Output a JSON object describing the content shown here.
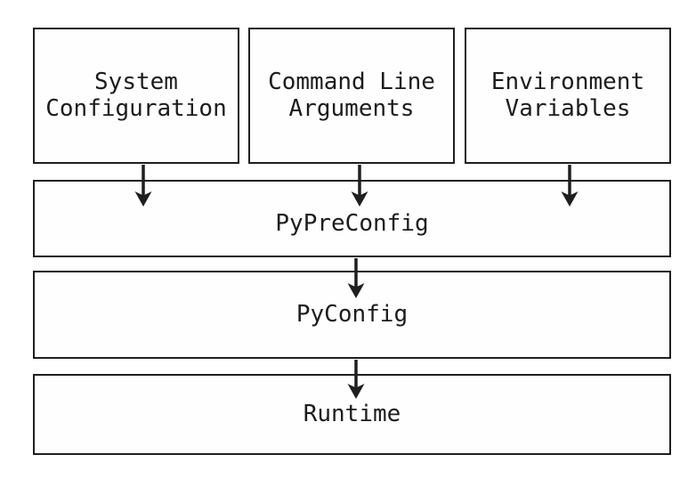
{
  "diagram": {
    "sources": [
      {
        "label": "System\nConfiguration"
      },
      {
        "label": "Command Line\nArguments"
      },
      {
        "label": "Environment\nVariables"
      }
    ],
    "stages": [
      {
        "label": "PyPreConfig"
      },
      {
        "label": "PyConfig"
      },
      {
        "label": "Runtime"
      }
    ],
    "colors": {
      "line": "#1f1f1f",
      "text": "#1c1c1c",
      "box_fill": "#fefefe",
      "background": "#ffffff"
    }
  }
}
